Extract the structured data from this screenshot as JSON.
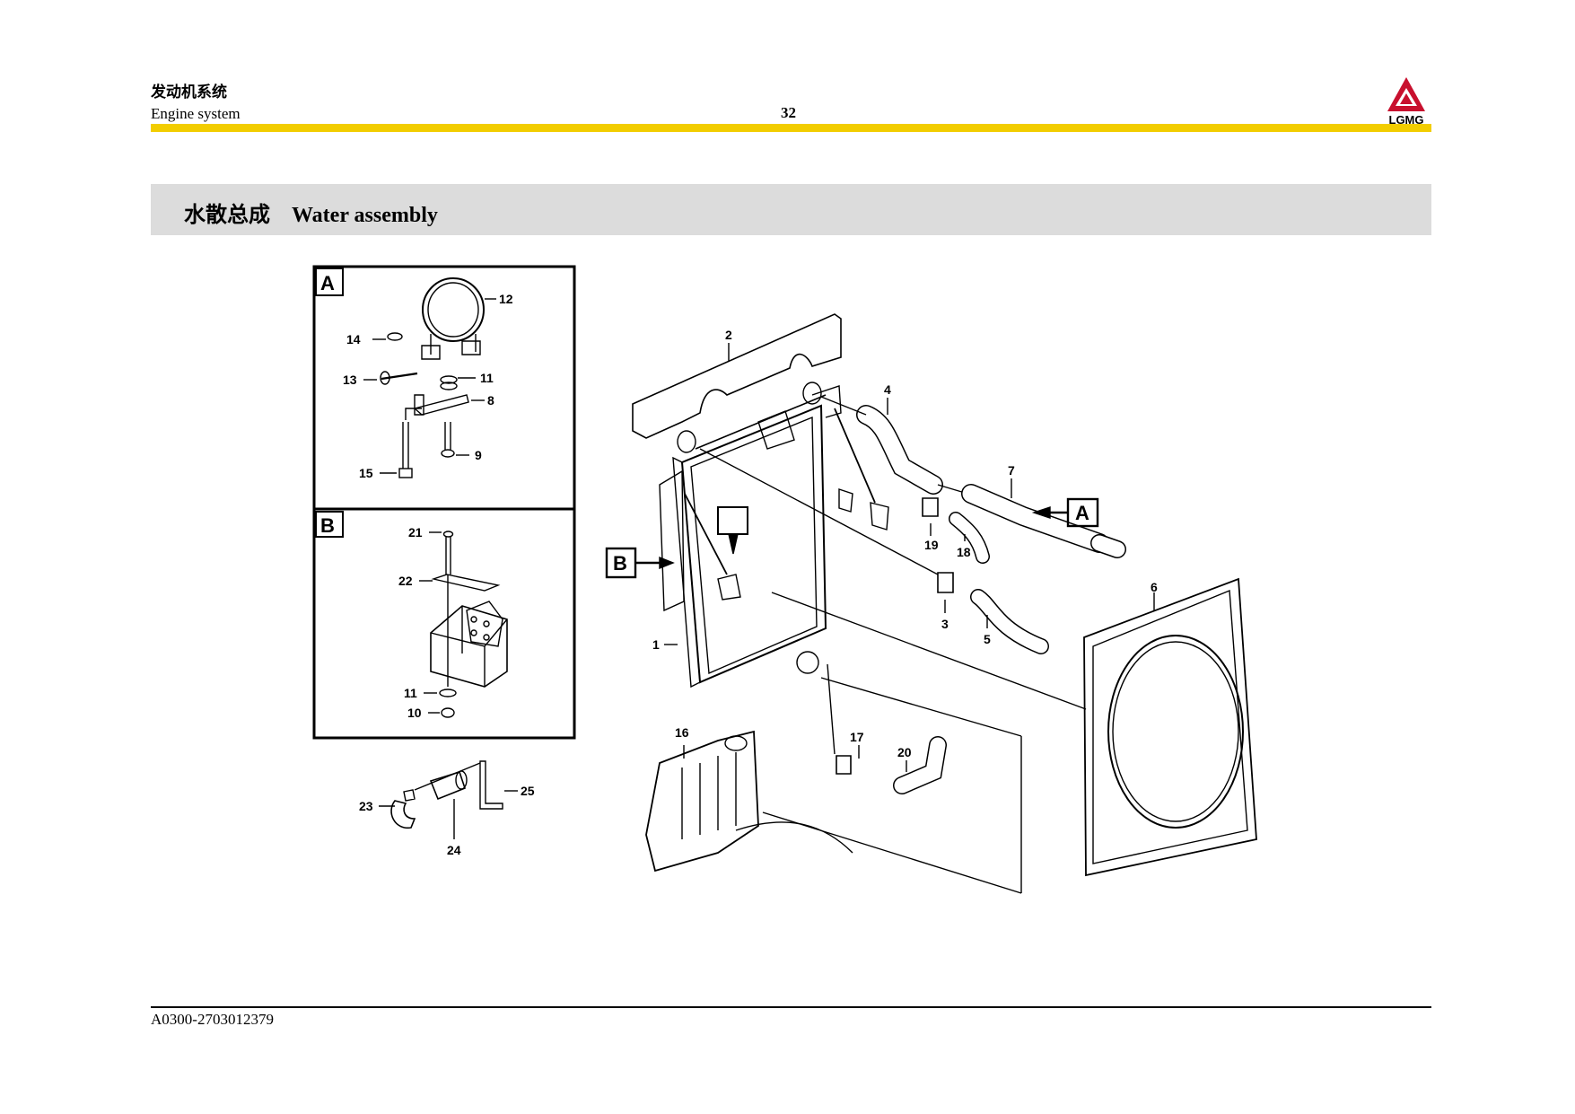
{
  "header": {
    "section_cn": "发动机系统",
    "section_en": "Engine system",
    "page_number": "32",
    "logo_text": "LGMG",
    "accent_color": "#f2cd00",
    "logo_color": "#c8102e"
  },
  "title": {
    "cn": "水散总成",
    "en": "Water assembly"
  },
  "diagram": {
    "detail_a_label": "A",
    "detail_b_label": "B",
    "callout_a": "A",
    "callout_b": "B",
    "part_numbers": {
      "p1": "1",
      "p2": "2",
      "p3": "3",
      "p4": "4",
      "p5": "5",
      "p6": "6",
      "p7": "7",
      "p8": "8",
      "p9": "9",
      "p10": "10",
      "p11a": "11",
      "p11b": "11",
      "p12": "12",
      "p13": "13",
      "p14": "14",
      "p15": "15",
      "p16": "16",
      "p17": "17",
      "p18": "18",
      "p19": "19",
      "p20": "20",
      "p21": "21",
      "p22": "22",
      "p23": "23",
      "p24": "24",
      "p25": "25"
    }
  },
  "footer": {
    "code": "A0300-2703012379"
  }
}
